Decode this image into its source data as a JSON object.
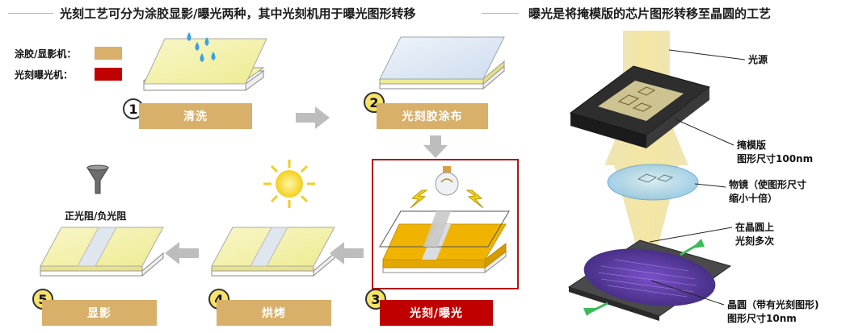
{
  "left_title": "光刻工艺可分为涂胶显影/曝光两种，其中光刻机用于曝光图形转移",
  "right_title": "曝光是将掩模版的芯片图形转移至晶圆的工艺",
  "legend": [
    {
      "label": "涂胶/显影机：",
      "color": "#d8b06a"
    },
    {
      "label": "光刻曝光机：",
      "color": "#c00000"
    }
  ],
  "steps": [
    {
      "num": "1",
      "label": "清洗"
    },
    {
      "num": "2",
      "label": "光刻胶涂布"
    },
    {
      "num": "3",
      "label": "光刻/曝光"
    },
    {
      "num": "4",
      "label": "烘烤"
    },
    {
      "num": "5",
      "label": "显影"
    }
  ],
  "resist_note": "正光阻/负光阻",
  "annotations": {
    "light_source": "光源",
    "mask_line1": "掩模版",
    "mask_line2": "图形尺寸100nm",
    "lens_line1": "物镜（使图形尺寸",
    "lens_line2": "缩小十倍）",
    "wafer_repeat_line1": "在晶圆上",
    "wafer_repeat_line2": "光刻多次",
    "wafer_line1": "晶圆（带有光刻图形)",
    "wafer_line2": "图形尺寸10nm"
  },
  "colors": {
    "tan": "#d8b06a",
    "red": "#c00000",
    "resist_yellow": "#f2f0a0",
    "exposure_orange": "#f0b400",
    "arrow_gray": "#bdbdbd"
  }
}
